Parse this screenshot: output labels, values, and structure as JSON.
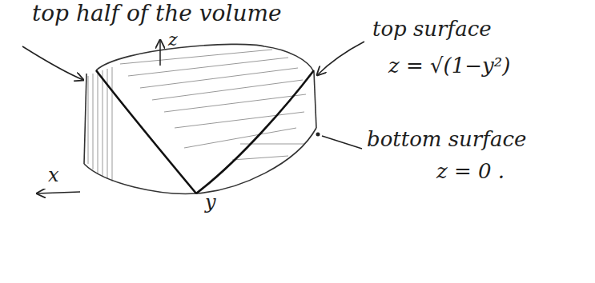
{
  "diagram": {
    "labels": [
      "top half of the volume",
      "z",
      "top surface",
      "z = √(1−y²)",
      "bottom surface",
      "z = 0 .",
      "x",
      "y"
    ]
  }
}
